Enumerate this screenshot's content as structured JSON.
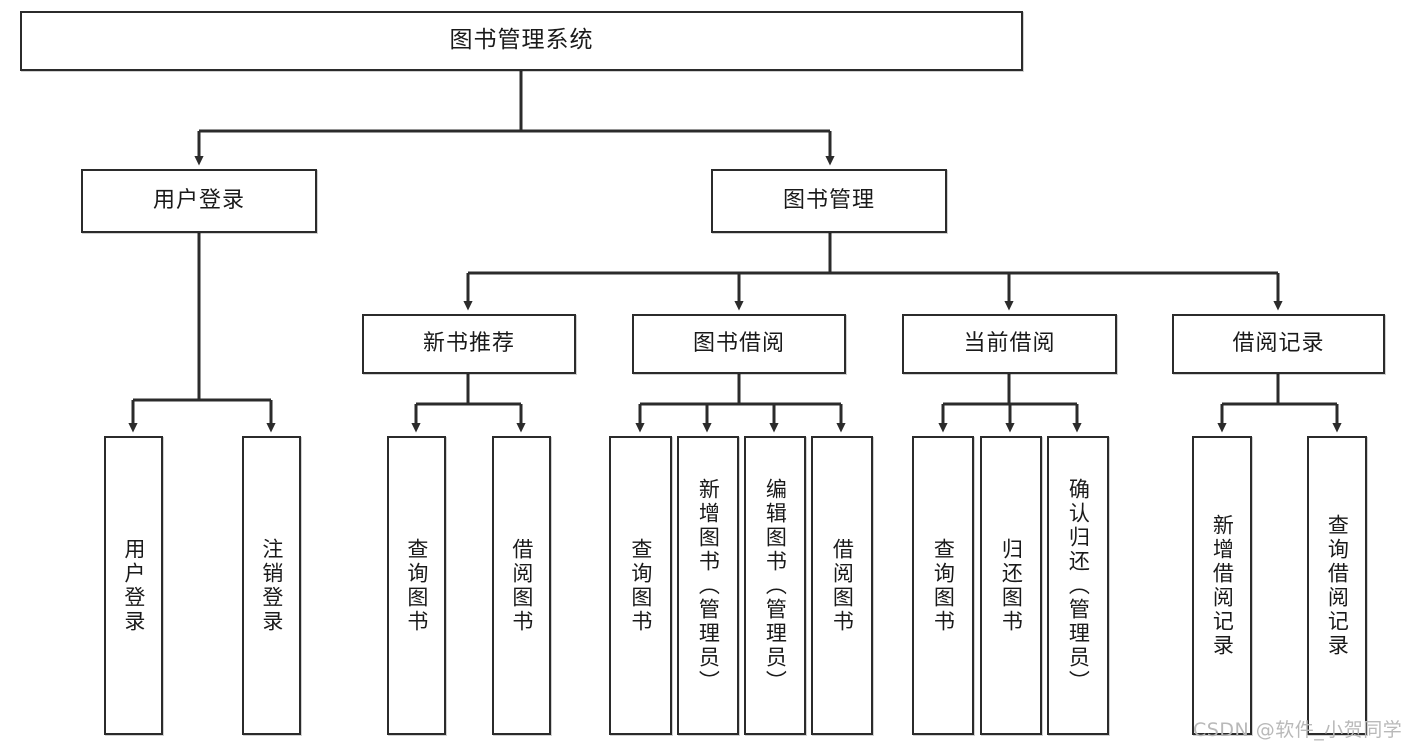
{
  "diagram": {
    "title": "图书管理系统",
    "type": "tree-hierarchy-diagram",
    "style": {
      "box_border": "#2b2b2b",
      "box_fill": "#ffffff",
      "connector": "#2b2b2b",
      "background": "#ffffff"
    },
    "root": {
      "label": "图书管理系统"
    },
    "level2": [
      {
        "label": "用户登录"
      },
      {
        "label": "图书管理"
      }
    ],
    "level3": [
      {
        "label": "新书推荐"
      },
      {
        "label": "图书借阅"
      },
      {
        "label": "当前借阅"
      },
      {
        "label": "借阅记录"
      }
    ],
    "leaves": {
      "user_login": [
        {
          "label": "用户登录"
        },
        {
          "label": "注销登录"
        }
      ],
      "new_book_recommend": [
        {
          "label": "查询图书"
        },
        {
          "label": "借阅图书"
        }
      ],
      "book_borrow": [
        {
          "label": "查询图书"
        },
        {
          "label": "新增图书（管理员）"
        },
        {
          "label": "编辑图书（管理员）"
        },
        {
          "label": "借阅图书"
        }
      ],
      "current_borrow": [
        {
          "label": "查询图书"
        },
        {
          "label": "归还图书"
        },
        {
          "label": "确认归还（管理员）"
        }
      ],
      "borrow_record": [
        {
          "label": "新增借阅记录"
        },
        {
          "label": "查询借阅记录"
        }
      ]
    }
  },
  "watermark": {
    "text": "CSDN @软件_小贺同学"
  }
}
